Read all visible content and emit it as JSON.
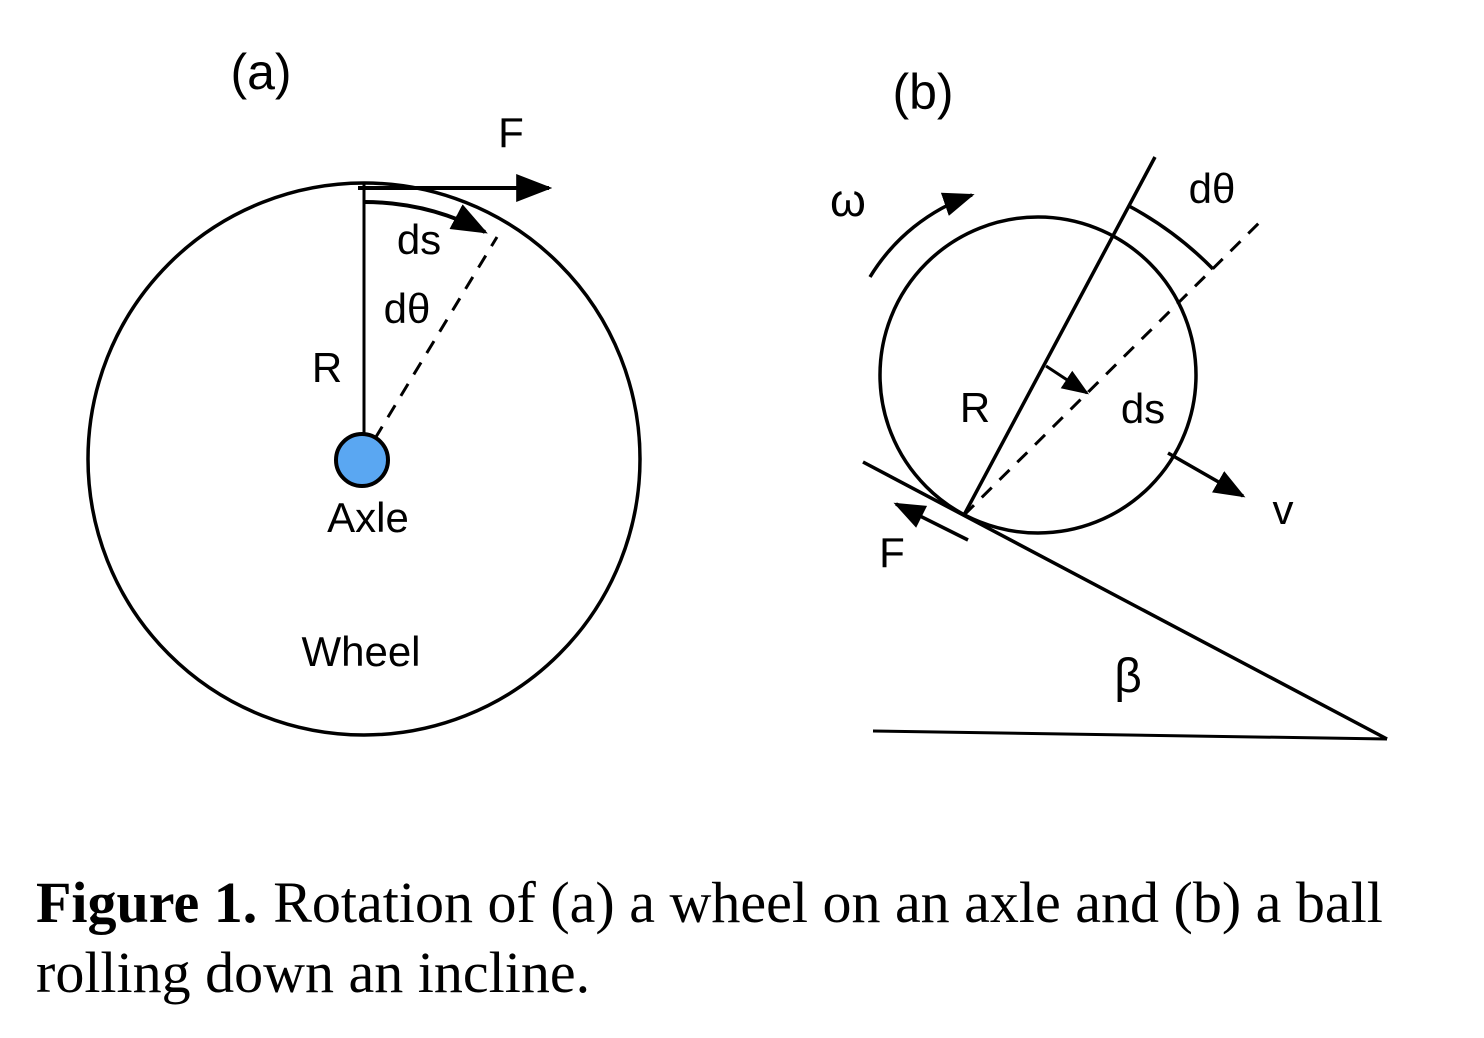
{
  "panel_a": {
    "label": "(a)",
    "force_label": "F",
    "arc_label": "ds",
    "angle_label": "dθ",
    "radius_label": "R",
    "axle_label": "Axle",
    "wheel_label": "Wheel"
  },
  "panel_b": {
    "label": "(b)",
    "omega_label": "ω",
    "angle_label": "dθ",
    "radius_label": "R",
    "arc_label": "ds",
    "velocity_label": "v",
    "friction_label": "F",
    "incline_angle_label": "β"
  },
  "caption": {
    "title": "Figure 1.",
    "text": "Rotation of (a) a wheel on an axle and (b) a ball rolling down an incline."
  },
  "colors": {
    "stroke": "#000000",
    "axle_fill": "#5AA7F2",
    "background": "#FFFFFF"
  }
}
